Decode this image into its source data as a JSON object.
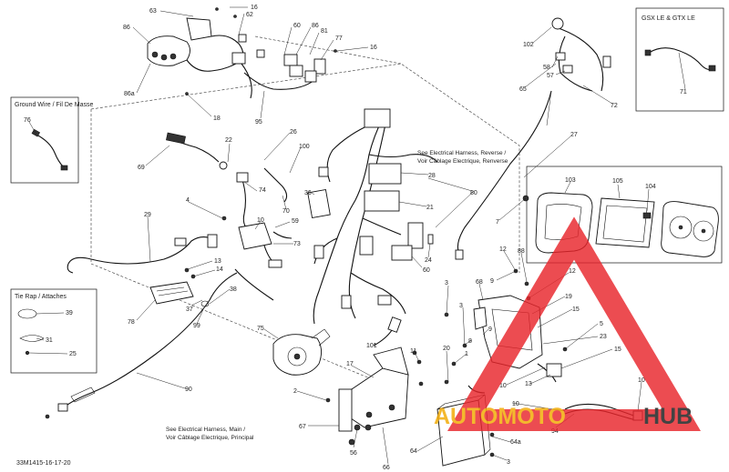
{
  "diagram": {
    "doc_code": "33M1415-16-17-20",
    "boxes": {
      "ground_wire": "Ground Wire / Fil De Masse",
      "tie_rap": "Tie Rap / Attaches",
      "gsx": "GSX LE & GTX LE"
    },
    "notes": {
      "reverse_1": "See Electrical Harness, Reverse /",
      "reverse_2": "Voir Câblage Electrique, Renverse",
      "main_1": "See Electrical Harness, Main /",
      "main_2": "Voir Câblage Electrique, Principal"
    },
    "callouts": {
      "c63": "63",
      "c16a": "16",
      "c62": "62",
      "c86a": "86",
      "c86b": "86a",
      "c60a": "60",
      "c86c": "86",
      "c81": "81",
      "c77": "77",
      "c16b": "16",
      "c18": "18",
      "c95": "95",
      "c76": "76",
      "c22": "22",
      "c26": "26",
      "c100": "100",
      "c69": "69",
      "c74": "74",
      "c70": "70",
      "c36": "36",
      "c28": "28",
      "c21": "21",
      "c4": "4",
      "c10a": "10",
      "c59": "59",
      "c73": "73",
      "c29": "29",
      "c13": "13",
      "c14": "14",
      "c38": "38",
      "c37": "37",
      "c99": "99",
      "c78": "78",
      "c39": "39",
      "c31": "31",
      "c25": "25",
      "c75": "75",
      "c101": "101",
      "c60b": "60",
      "c24": "24",
      "c80": "80",
      "c102": "102",
      "c58": "58",
      "c57": "57",
      "c65": "65",
      "c72": "72",
      "c71": "71",
      "c27": "27",
      "c103": "103",
      "c105": "105",
      "c104": "104",
      "c7": "7",
      "c12a": "12",
      "c88": "88",
      "c9a": "9",
      "c3a": "3",
      "c3b": "3",
      "c68": "68",
      "c12b": "12",
      "c19": "19",
      "c5": "5",
      "c23": "23",
      "c9b": "9",
      "c11": "11",
      "c1": "1",
      "c8": "8",
      "c20": "20",
      "c15a": "15",
      "c15b": "15",
      "c10b": "10",
      "c10c": "10",
      "c94": "94",
      "c17": "17",
      "c90": "90",
      "c2": "2",
      "c67": "67",
      "c56": "56",
      "c66": "66",
      "c64": "64",
      "c64a": "64a",
      "c3c": "3"
    }
  },
  "watermark": {
    "part1": "AUTOMOTO",
    "part2": "HUB",
    "color_red": "#e8252b",
    "color_gold": "#f2a900",
    "color_dark": "#1a1a1a"
  }
}
